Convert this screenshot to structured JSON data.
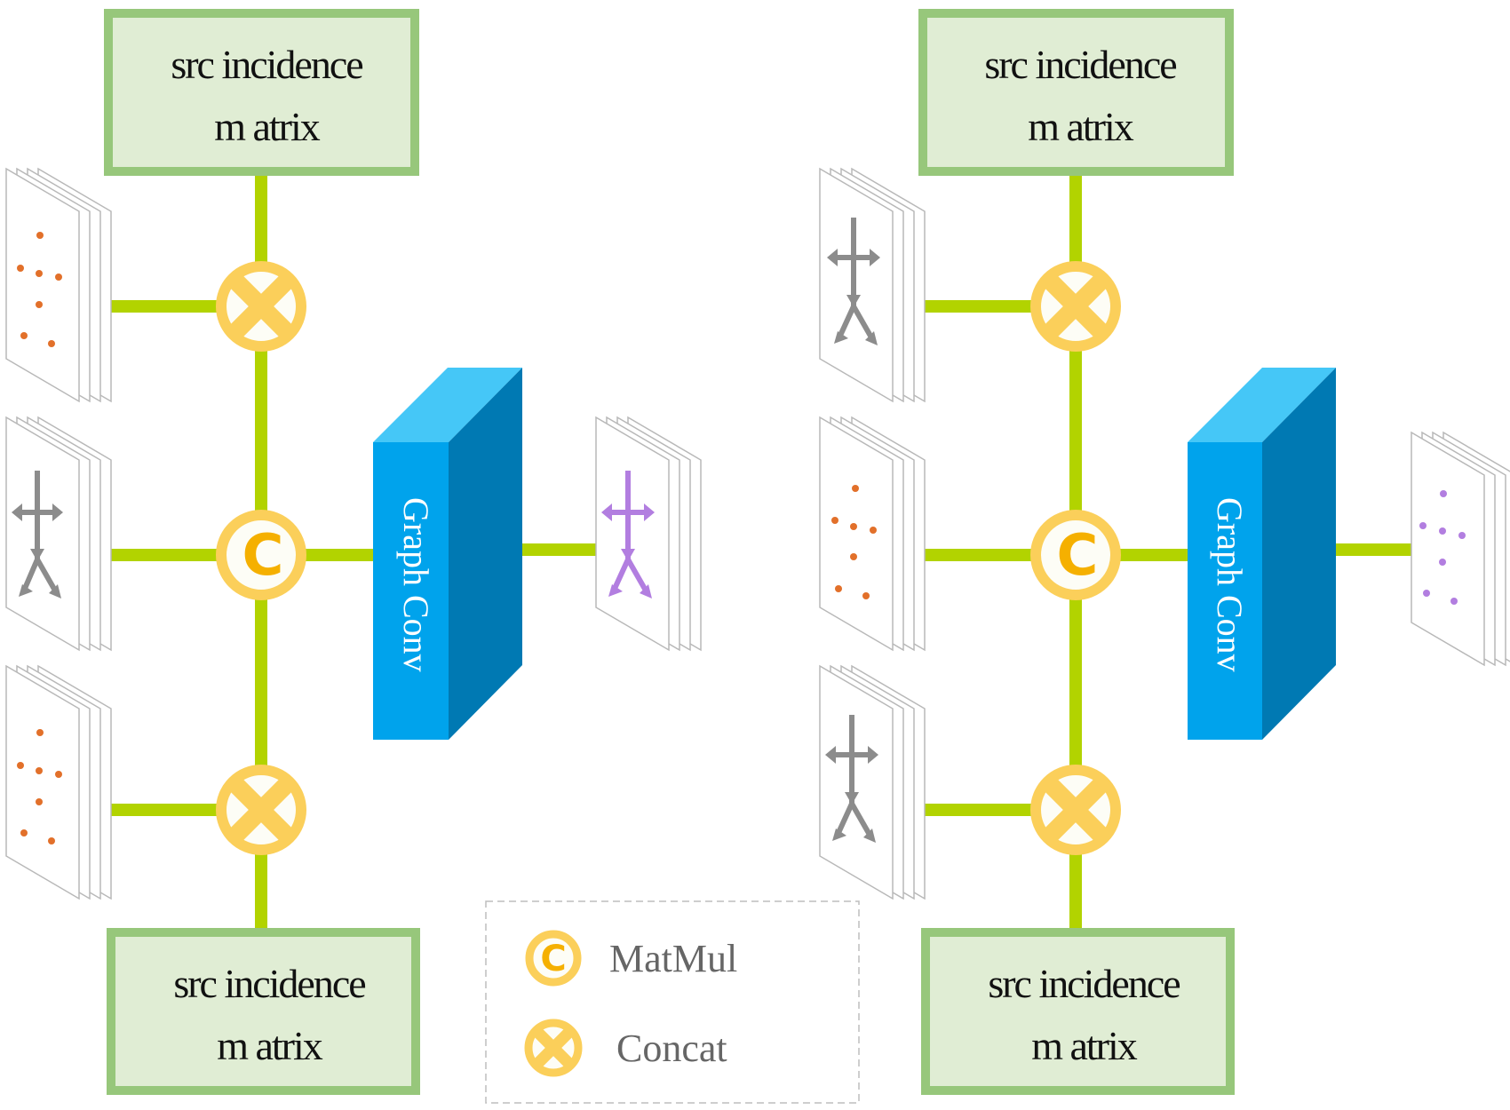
{
  "colors": {
    "box_border": "#97c77b",
    "box_fill": "#e0edd4",
    "connector": "#b2d300",
    "op_ring": "#fbcf5a",
    "op_c": "#f5b000",
    "op_inner": "#fdfdf6",
    "gc_front": "#00a3ec",
    "gc_top": "#45c7f7",
    "gc_side": "#0079b3",
    "sheet_stroke": "#b8b8b8",
    "node_orange": "#e2702a",
    "node_purple": "#b27ee0",
    "skeleton_gray": "#8c8c8c",
    "legend_border": "#bdbdbd"
  },
  "blocks": [
    {
      "id": "left",
      "top_matrix": {
        "line1": "src incidence",
        "line2": "m atrix"
      },
      "bottom_matrix": {
        "line1": "src incidence",
        "line2": "m atrix"
      },
      "inputs": [
        {
          "kind": "dots",
          "color": "orange",
          "op": "concat"
        },
        {
          "kind": "skeleton",
          "color": "gray",
          "op": "matmul"
        },
        {
          "kind": "dots",
          "color": "orange",
          "op": "concat"
        }
      ],
      "graph_conv": "Graph Conv",
      "output": {
        "kind": "skeleton",
        "color": "purple"
      }
    },
    {
      "id": "right",
      "top_matrix": {
        "line1": "src incidence",
        "line2": "m atrix"
      },
      "bottom_matrix": {
        "line1": "src incidence",
        "line2": "m atrix"
      },
      "inputs": [
        {
          "kind": "skeleton",
          "color": "gray",
          "op": "concat"
        },
        {
          "kind": "dots",
          "color": "orange",
          "op": "matmul"
        },
        {
          "kind": "skeleton",
          "color": "gray",
          "op": "concat"
        }
      ],
      "graph_conv": "Graph Conv",
      "output": {
        "kind": "dots",
        "color": "purple"
      }
    }
  ],
  "legend": {
    "items": [
      {
        "symbol": "matmul",
        "glyph": "C",
        "label": "MatMul"
      },
      {
        "symbol": "concat",
        "glyph": "⊗",
        "label": "Concat"
      }
    ]
  }
}
